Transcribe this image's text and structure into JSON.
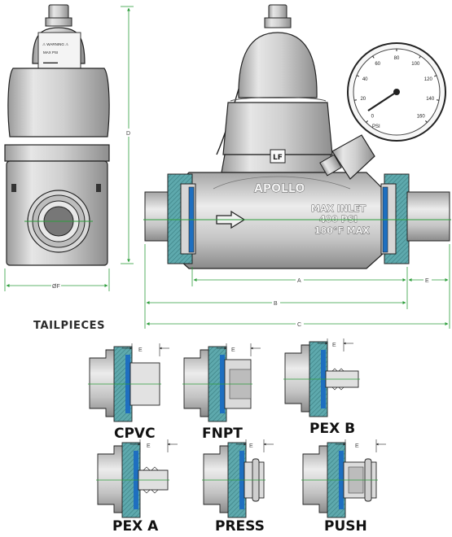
{
  "section_title": "TAILPIECES",
  "dimensions": {
    "height": "D",
    "width": "ØF",
    "body_length": "A",
    "overall_length": "B",
    "overall_length_with_tailpiece": "C",
    "tailpiece_length": "E"
  },
  "valve_markings": {
    "brand": "APOLLO",
    "lead_free": "LF",
    "max_inlet_line1": "MAX INLET",
    "max_inlet_line2": "400 PSI",
    "max_temp": "180°F MAX"
  },
  "gauge": {
    "scale_labels": [
      "0",
      "20",
      "40",
      "60",
      "80",
      "100",
      "120",
      "140",
      "160"
    ],
    "unit": "PSI"
  },
  "tailpieces": [
    {
      "label": "CPVC",
      "dim": "E"
    },
    {
      "label": "FNPT",
      "dim": "E"
    },
    {
      "label": "PEX B",
      "dim": "E"
    },
    {
      "label": "PEX A",
      "dim": "E"
    },
    {
      "label": "PRESS",
      "dim": "E"
    },
    {
      "label": "PUSH",
      "dim": "E"
    }
  ],
  "colors": {
    "line_green": "#2e9e3c",
    "section_teal": "#5ea9ad",
    "metal": "#c8c8c8",
    "outline": "#222222"
  }
}
